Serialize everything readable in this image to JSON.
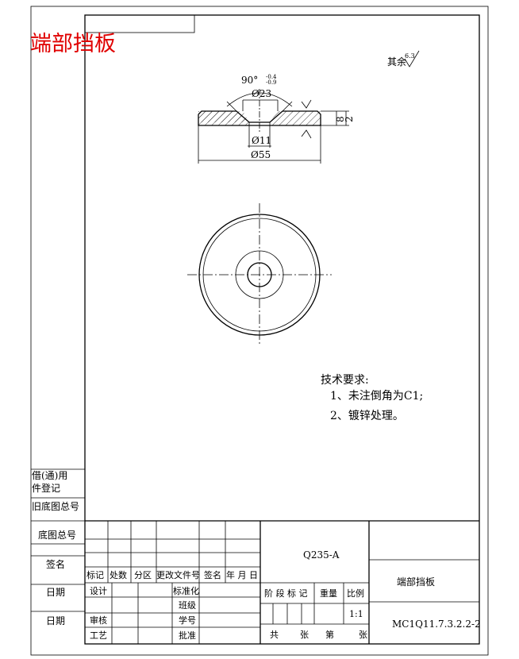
{
  "part_title_overlay": "端部挡板",
  "surface_finish": {
    "label": "其余",
    "value": "6.3"
  },
  "dimensions": {
    "angle": "90°",
    "angle_tol_upper": "-0.4",
    "angle_tol_lower": "-0.9",
    "bore_top": "Ø23",
    "bore_bottom": "Ø11",
    "outer": "Ø55",
    "height_small": "8",
    "height_large": "2"
  },
  "tech_requirements": {
    "title": "技术要求:",
    "items": [
      "1、未注倒角为C1;",
      "2、镀锌处理。"
    ]
  },
  "side_labels": [
    "借(通)用",
    "件登记",
    "旧底图总号",
    "底图总号",
    "签名",
    "日期",
    "日期"
  ],
  "title_block": {
    "material": "Q235-A",
    "part_name": "端部挡板",
    "drawing_number": "MC1Q11.7.3.2.2-2",
    "revision_headers": [
      "标记",
      "处数",
      "分区",
      "更改文件号",
      "签名",
      "年 月 日"
    ],
    "row_labels": {
      "design": "设计",
      "standardization": "标准化",
      "class": "班级",
      "review": "审核",
      "student_id": "学号",
      "process": "工艺",
      "approve": "批准"
    },
    "stage_headers": [
      "阶 段 标 记",
      "重量",
      "比例"
    ],
    "scale": "1:1",
    "sheet_info": [
      "共",
      "张",
      "第",
      "张"
    ]
  }
}
